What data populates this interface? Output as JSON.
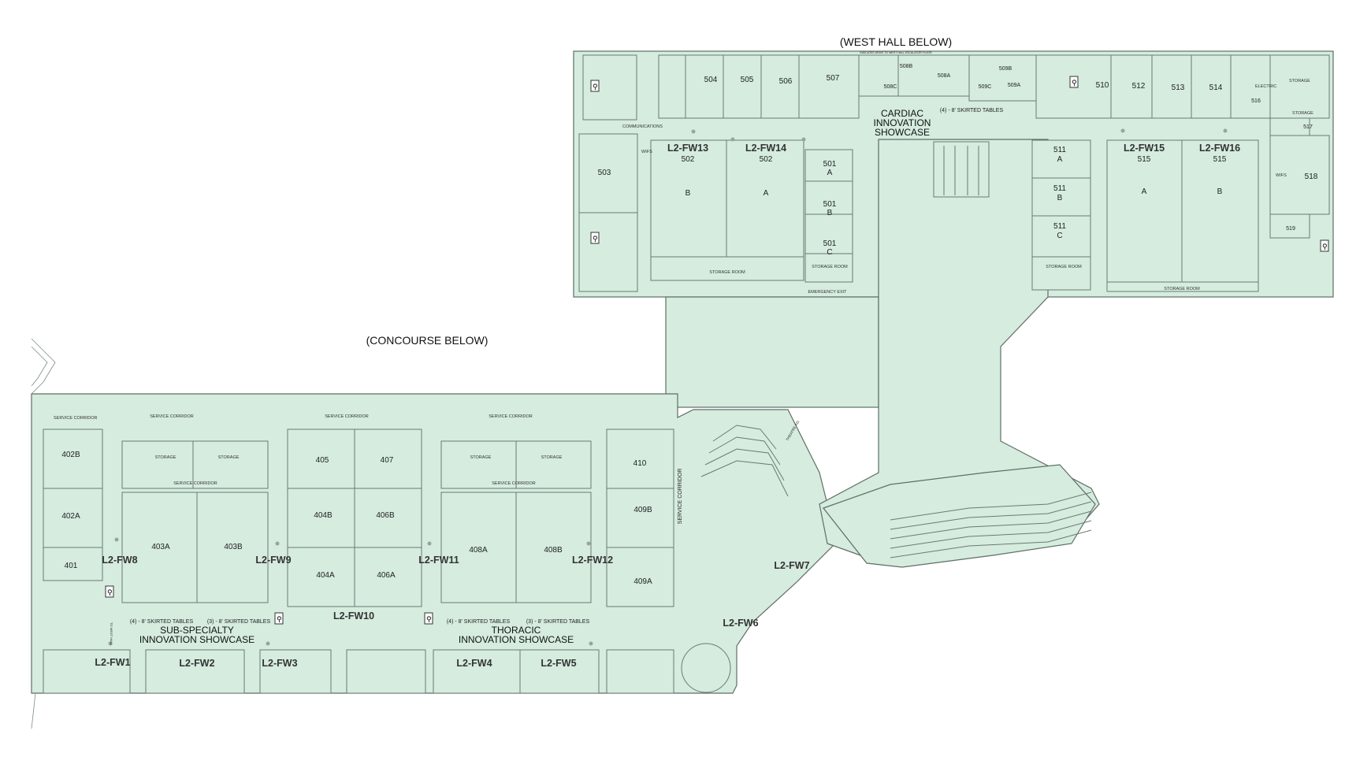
{
  "annotations": {
    "west_hall": "(WEST HALL BELOW)",
    "concourse": "(CONCOURSE BELOW)",
    "west_hall_note": "INDICATES DRIVE TO WEST HALL ESCALATOR FLOOR"
  },
  "showcases": {
    "cardiac_line1": "CARDIAC",
    "cardiac_line2": "INNOVATION",
    "cardiac_line3": "SHOWCASE",
    "cardiac_tables": "(4) - 8' SKIRTED TABLES",
    "subspecialty_line1": "SUB-SPECIALTY",
    "subspecialty_line2": "INNOVATION SHOWCASE",
    "subspecialty_tables_a": "(4) - 8' SKIRTED TABLES",
    "subspecialty_tables_b": "(3) - 8' SKIRTED TABLES",
    "thoracic_line1": "THORACIC",
    "thoracic_line2": "INNOVATION SHOWCASE",
    "thoracic_tables_a": "(4) - 8' SKIRTED TABLES",
    "thoracic_tables_b": "(3) - 8' SKIRTED TABLES"
  },
  "fw_labels": {
    "fw1": "L2-FW1",
    "fw2": "L2-FW2",
    "fw3": "L2-FW3",
    "fw4": "L2-FW4",
    "fw5": "L2-FW5",
    "fw6": "L2-FW6",
    "fw7": "L2-FW7",
    "fw8": "L2-FW8",
    "fw9": "L2-FW9",
    "fw10": "L2-FW10",
    "fw11": "L2-FW11",
    "fw12": "L2-FW12",
    "fw13": "L2-FW13",
    "fw14": "L2-FW14",
    "fw15": "L2-FW15",
    "fw16": "L2-FW16"
  },
  "rooms": {
    "r401": "401",
    "r402a": "402A",
    "r402b": "402B",
    "r403a": "403A",
    "r403b": "403B",
    "r404a": "404A",
    "r404b": "404B",
    "r405": "405",
    "r406a": "406A",
    "r406b": "406B",
    "r407": "407",
    "r408a": "408A",
    "r408b": "408B",
    "r409a": "409A",
    "r409b": "409B",
    "r410": "410",
    "r501": "501",
    "r502": "502",
    "r503": "503",
    "r504": "504",
    "r505": "505",
    "r506": "506",
    "r507": "507",
    "r508a": "508A",
    "r508b": "508B",
    "r508c": "508C",
    "r509a": "509A",
    "r509b": "509B",
    "r509c": "509C",
    "r510": "510",
    "r511": "511",
    "r512": "512",
    "r513": "513",
    "r514": "514",
    "r515": "515",
    "r516": "516",
    "r517": "517",
    "r518": "518",
    "r519": "519",
    "sub_a": "A",
    "sub_b": "B",
    "sub_c": "C"
  },
  "utility": {
    "service_corridor": "SERVICE CORRIDOR",
    "storage": "STORAGE",
    "storage_room": "STORAGE ROOM",
    "emergency_exit": "EMERGENCY EXIT",
    "communications": "COMMUNICATIONS",
    "electric": "ELECTRIC",
    "wifs": "WIFS",
    "theatre": "THEATRE 411",
    "to_west_hall": "TO WEST HALL"
  },
  "colors": {
    "floor": "#d5ecdf",
    "wall": "#6b7a72",
    "text": "#222222"
  }
}
